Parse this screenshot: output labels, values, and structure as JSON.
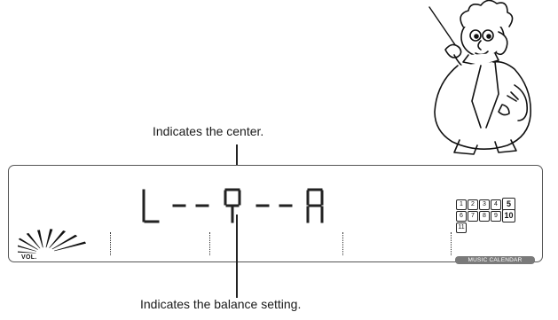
{
  "callouts": {
    "center": "Indicates the center.",
    "balance": "Indicates the balance setting."
  },
  "display": {
    "vol_label": "VOL.",
    "balance": {
      "left": "L",
      "right": "R",
      "position": 0
    },
    "music_calendar": {
      "badge": "MUSIC CALENDAR",
      "rows": [
        [
          "1",
          "2",
          "3",
          "4",
          "5"
        ],
        [
          "6",
          "7",
          "8",
          "9",
          "10"
        ],
        [
          "11"
        ]
      ],
      "highlighted": [
        "5",
        "10"
      ]
    }
  },
  "colors": {
    "panel_border": "#555555",
    "segment": "#222222",
    "badge_bg": "#7a7a7a"
  },
  "icons": [
    "volume-dial-icon",
    "conductor-illustration"
  ]
}
